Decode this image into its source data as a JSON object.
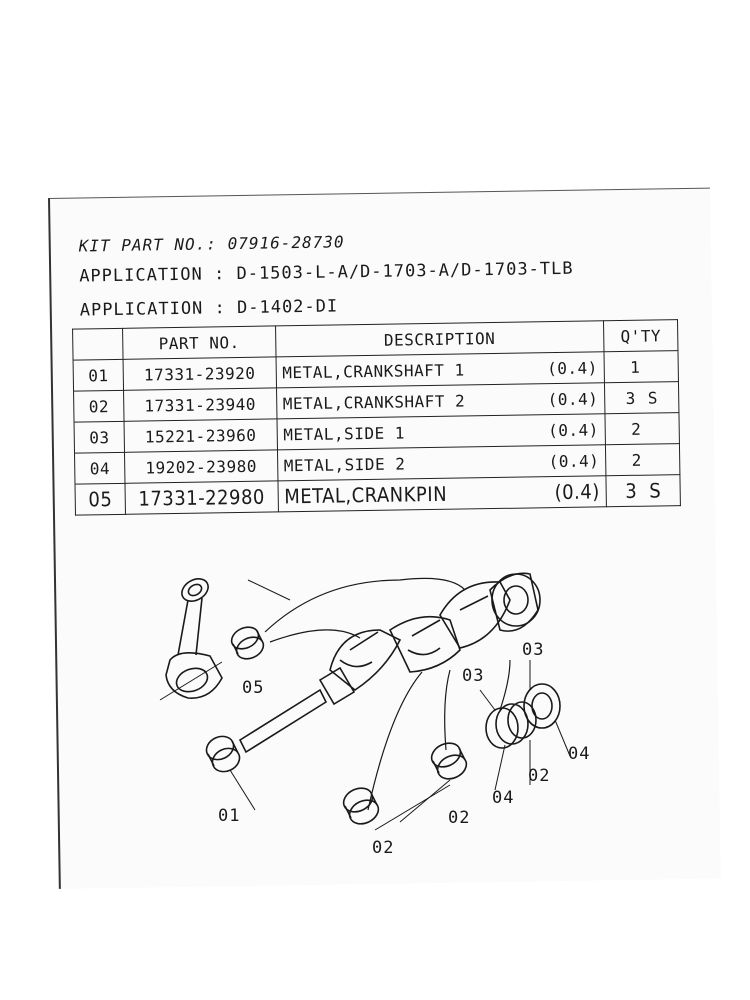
{
  "kit": {
    "part_no_label": "KIT PART NO.:",
    "part_no_value": "07916-28730",
    "application_label": "APPLICATION :",
    "application_1": "D-1503-L-A/D-1703-A/D-1703-TLB",
    "application_2": "D-1402-DI"
  },
  "table": {
    "headers": {
      "no": "",
      "part_no": "PART NO.",
      "description": "DESCRIPTION",
      "qty": "Q'TY"
    },
    "rows": [
      {
        "no": "01",
        "part_no": "17331-23920",
        "description": "METAL,CRANKSHAFT 1",
        "size": "(0.4)",
        "qty": "1",
        "qty_unit": ""
      },
      {
        "no": "02",
        "part_no": "17331-23940",
        "description": "METAL,CRANKSHAFT 2",
        "size": "(0.4)",
        "qty": "3",
        "qty_unit": "S"
      },
      {
        "no": "03",
        "part_no": "15221-23960",
        "description": "METAL,SIDE  1",
        "size": "(0.4)",
        "qty": "2",
        "qty_unit": ""
      },
      {
        "no": "04",
        "part_no": "19202-23980",
        "description": "METAL,SIDE  2",
        "size": "(0.4)",
        "qty": "2",
        "qty_unit": ""
      },
      {
        "no": "05",
        "part_no": "17331-22980",
        "description": "METAL,CRANKPIN",
        "size": "(0.4)",
        "qty": "3",
        "qty_unit": "S"
      }
    ]
  },
  "diagram": {
    "callouts": {
      "c05": "05",
      "c01": "01",
      "c02_bottom": "02",
      "c02_mid": "02",
      "c04_mid": "04",
      "c03_mid": "03",
      "c03_top": "03",
      "c02_right": "02",
      "c04_right": "04"
    }
  }
}
